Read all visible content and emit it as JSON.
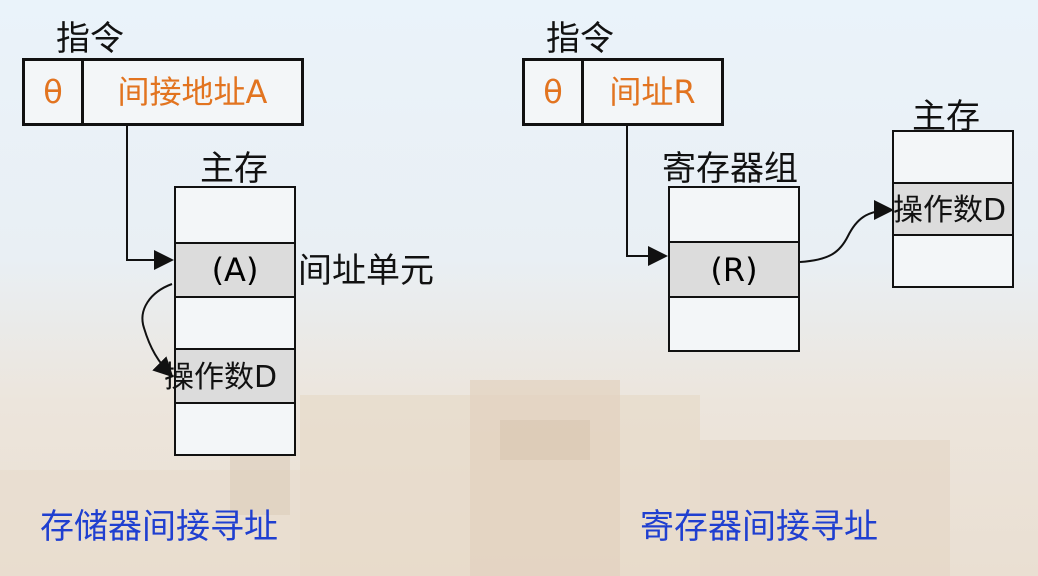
{
  "left": {
    "instruction_label": "指令",
    "opcode": "θ",
    "address_field": "间接地址A",
    "memory_label": "主存",
    "indirect_cell": "(A)",
    "indirect_cell_label": "间址单元",
    "operand": "操作数D",
    "caption": "存储器间接寻址"
  },
  "right": {
    "instruction_label": "指令",
    "opcode": "θ",
    "address_field": "间址R",
    "register_label": "寄存器组",
    "register_cell": "(R)",
    "memory_label": "主存",
    "operand": "操作数D",
    "caption": "寄存器间接寻址"
  }
}
